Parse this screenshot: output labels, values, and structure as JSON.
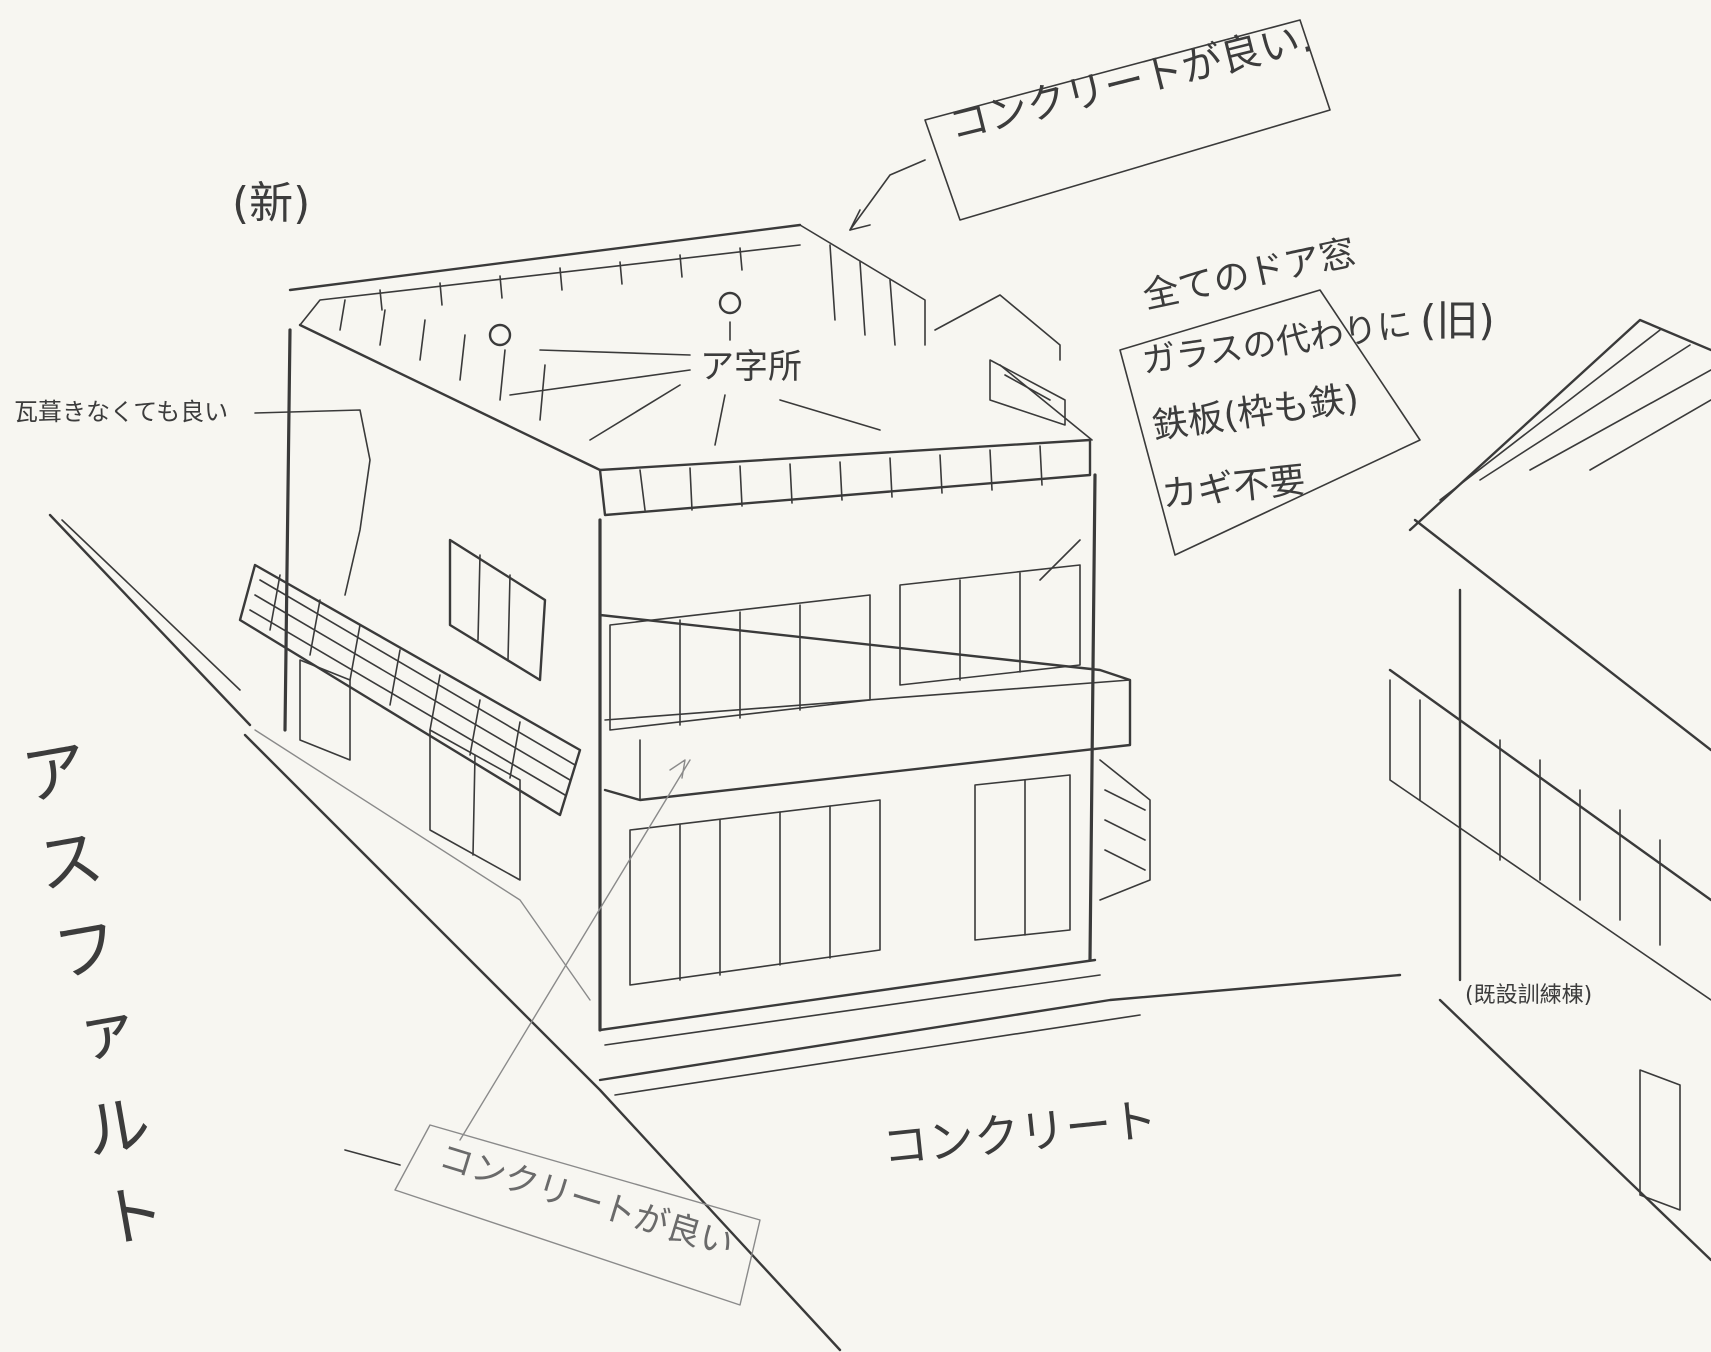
{
  "labels": {
    "new_building": "(新)",
    "old_building": "(旧)",
    "roof_note": "コンクリートが良い.",
    "antenna_points": "ア字所",
    "tile_note": "瓦葺きなくても良い",
    "door_note_line1": "全てのドア窓",
    "door_note_line2": "ガラスの代わりに",
    "door_note_line3": "鉄板(枠も鉄)",
    "door_note_line4": "カギ不要",
    "asphalt": "アスファルト",
    "concrete_ground": "コンクリート",
    "wall_note": "コンクリートが良い",
    "existing_building": "(既設訓練棟)"
  },
  "colors": {
    "paper": "#f7f6f1",
    "pencil": "#3a3a3a"
  }
}
